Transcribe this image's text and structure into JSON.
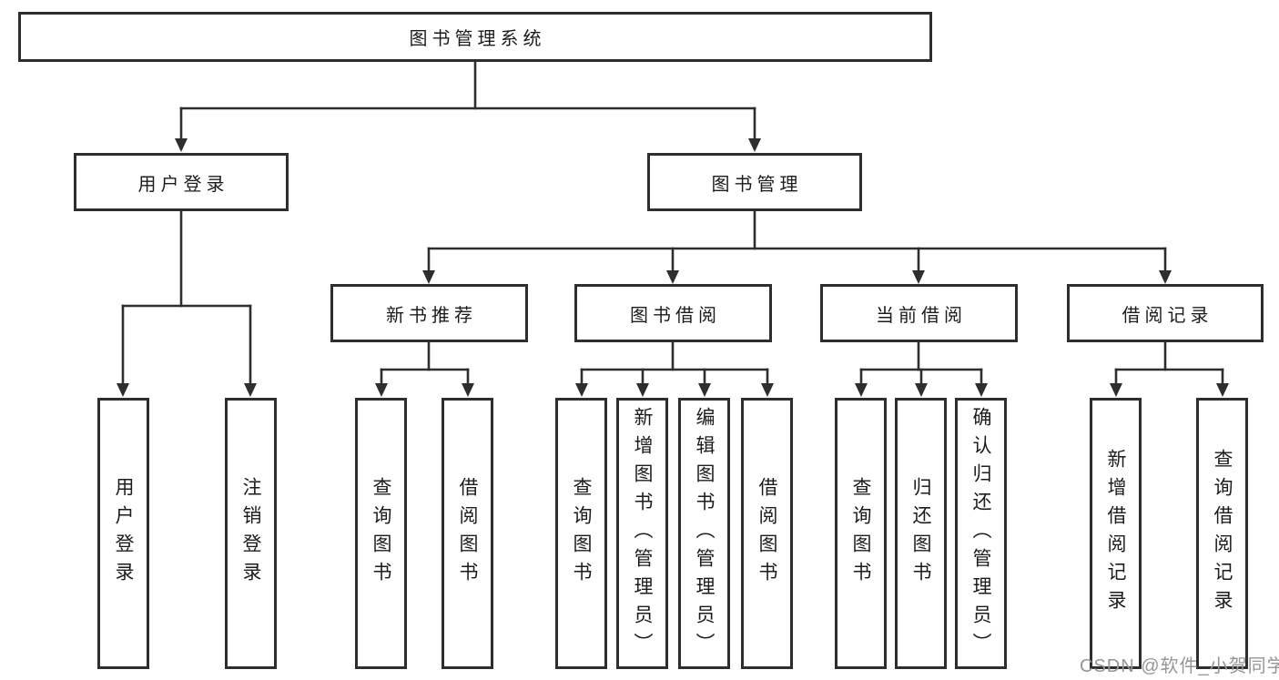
{
  "colors": {
    "line": "#2e2e2e",
    "text": "#1c1c1c",
    "watermark": "#969696",
    "background": "#ffffff"
  },
  "watermark": {
    "text": "CSDN @软件_小贺同学"
  },
  "diagram": {
    "root": {
      "label": "图书管理系统"
    },
    "level2": [
      {
        "label": "用户登录"
      },
      {
        "label": "图书管理"
      }
    ],
    "level3": [
      {
        "label": "新书推荐"
      },
      {
        "label": "图书借阅"
      },
      {
        "label": "当前借阅"
      },
      {
        "label": "借阅记录"
      }
    ],
    "leaves": {
      "user_login": [
        {
          "label": "用户登录"
        },
        {
          "label": "注销登录"
        }
      ],
      "new_book_recommend": [
        {
          "label": "查询图书"
        },
        {
          "label": "借阅图书"
        }
      ],
      "book_borrowing": [
        {
          "label": "查询图书"
        },
        {
          "label": "新增图书（管理员）"
        },
        {
          "label": "编辑图书（管理员）"
        },
        {
          "label": "借阅图书"
        }
      ],
      "current_borrowing": [
        {
          "label": "查询图书"
        },
        {
          "label": "归还图书"
        },
        {
          "label": "确认归还（管理员）"
        }
      ],
      "borrowing_records": [
        {
          "label": "新增借阅记录"
        },
        {
          "label": "查询借阅记录"
        }
      ]
    }
  }
}
